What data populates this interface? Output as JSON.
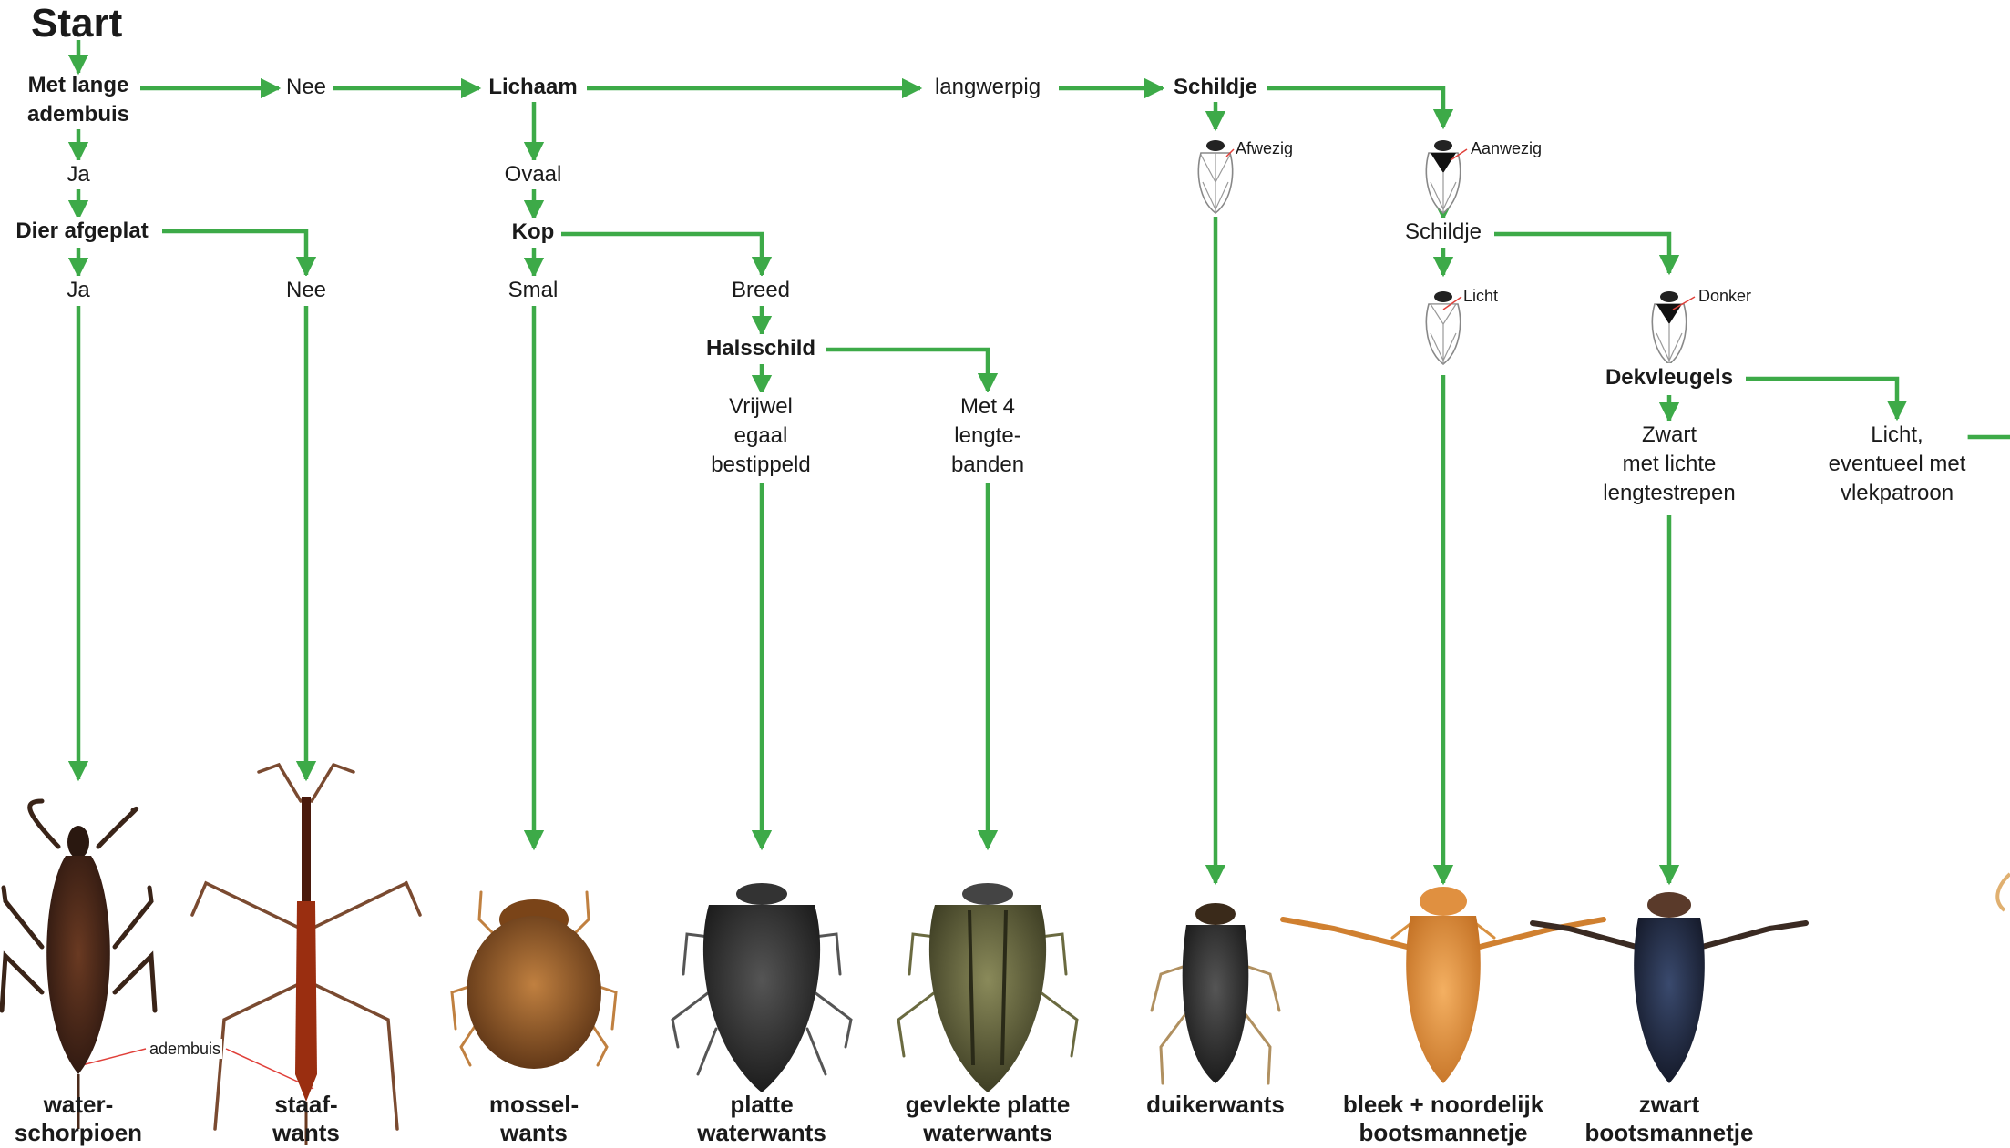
{
  "title": "Start",
  "nodes": {
    "met_lange_adembuis": "Met lange\nadembuis",
    "nee_1": "Nee",
    "lichaam": "Lichaam",
    "langwerpig": "langwerpig",
    "schildje_1": "Schildje",
    "ja_1": "Ja",
    "dier_afgeplat": "Dier afgeplat",
    "ja_2": "Ja",
    "nee_2": "Nee",
    "ovaal": "Ovaal",
    "kop": "Kop",
    "smal": "Smal",
    "breed": "Breed",
    "halsschild": "Halsschild",
    "vrijwel_egaal": "Vrijwel\negaal\nbestippeld",
    "met_4_lengtebanden": "Met 4\nlengte-\nbanden",
    "afwezig": "Afwezig",
    "aanwezig": "Aanwezig",
    "schildje_2": "Schildje",
    "licht_small": "Licht",
    "donker": "Donker",
    "dekvleugels": "Dekvleugels",
    "zwart_lichte": "Zwart\nmet lichte\nlengtestrepen",
    "licht_vlekpatroon": "Licht,\neventueel met\nvlekpatroon"
  },
  "annotation": "adembuis",
  "species": [
    "water-\nschorpioen",
    "staaf-\nwants",
    "mossel-\nwants",
    "platte\nwaterwants",
    "gevlekte platte\nwaterwants",
    "duikerwants",
    "bleek + noordelijk\nbootsmannetje",
    "zwart\nbootsmannetje"
  ],
  "colors": {
    "arrow": "#3daa48",
    "text": "#1a1a1a",
    "annotation_line": "#e0403a"
  }
}
